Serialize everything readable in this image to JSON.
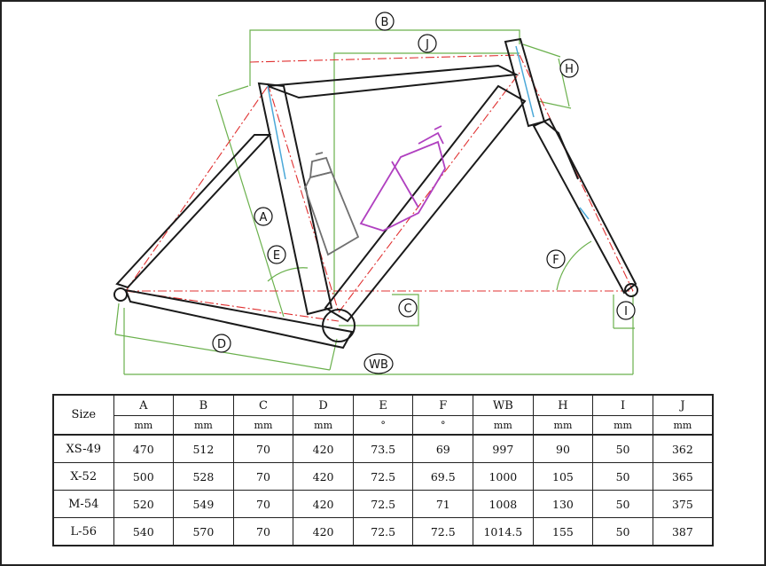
{
  "dimension_labels": {
    "A": "A",
    "B": "B",
    "C": "C",
    "D": "D",
    "E": "E",
    "F": "F",
    "H": "H",
    "I": "I",
    "J": "J",
    "WB": "WB"
  },
  "colors": {
    "frame_outline": "#1a1a1a",
    "geometry_line": "#e03030",
    "dimension_line": "#6ab04c",
    "bottle_gray": "#707070",
    "bottle_purple": "#b040c0",
    "accent_blue": "#4aa8d8"
  },
  "table": {
    "size_header": "Size",
    "columns": [
      {
        "key": "A",
        "unit": "mm"
      },
      {
        "key": "B",
        "unit": "mm"
      },
      {
        "key": "C",
        "unit": "mm"
      },
      {
        "key": "D",
        "unit": "mm"
      },
      {
        "key": "E",
        "unit": "°"
      },
      {
        "key": "F",
        "unit": "°"
      },
      {
        "key": "WB",
        "unit": "mm"
      },
      {
        "key": "H",
        "unit": "mm"
      },
      {
        "key": "I",
        "unit": "mm"
      },
      {
        "key": "J",
        "unit": "mm"
      }
    ],
    "rows": [
      {
        "size": "XS-49",
        "values": [
          "470",
          "512",
          "70",
          "420",
          "73.5",
          "69",
          "997",
          "90",
          "50",
          "362"
        ]
      },
      {
        "size": "X-52",
        "values": [
          "500",
          "528",
          "70",
          "420",
          "72.5",
          "69.5",
          "1000",
          "105",
          "50",
          "365"
        ]
      },
      {
        "size": "M-54",
        "values": [
          "520",
          "549",
          "70",
          "420",
          "72.5",
          "71",
          "1008",
          "130",
          "50",
          "375"
        ]
      },
      {
        "size": "L-56",
        "values": [
          "540",
          "570",
          "70",
          "420",
          "72.5",
          "72.5",
          "1014.5",
          "155",
          "50",
          "387"
        ]
      }
    ]
  }
}
